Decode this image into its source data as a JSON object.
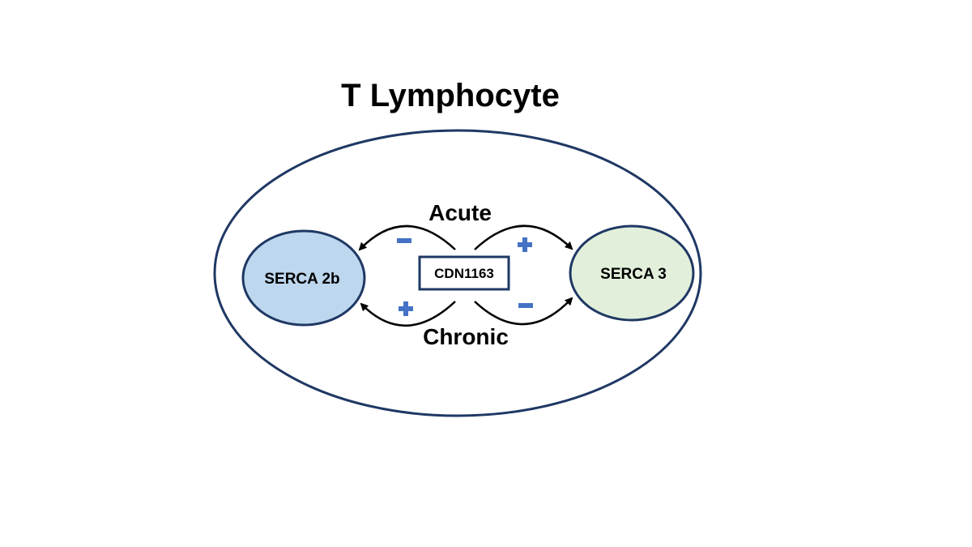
{
  "title": "T Lymphocyte",
  "nodes": {
    "left": {
      "label": "SERCA 2b",
      "fill": "#bdd7ee",
      "stroke": "#1f3864"
    },
    "right": {
      "label": "SERCA 3",
      "fill": "#e2efda",
      "stroke": "#1f3864"
    },
    "center": {
      "label": "CDN1163",
      "stroke": "#1f3864"
    }
  },
  "cell_outline_color": "#1f3864",
  "sign_color": "#4472c4",
  "top_label": "Acute",
  "bottom_label": "Chronic",
  "effects": {
    "acute_serca2b": "minus",
    "acute_serca3": "plus",
    "chronic_serca2b": "plus",
    "chronic_serca3": "minus"
  }
}
